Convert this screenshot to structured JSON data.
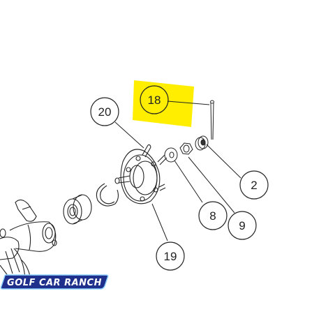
{
  "diagram": {
    "callouts": [
      {
        "id": "18",
        "label": "18",
        "highlighted": true
      },
      {
        "id": "20",
        "label": "20",
        "highlighted": false
      },
      {
        "id": "2",
        "label": "2",
        "highlighted": false
      },
      {
        "id": "8",
        "label": "8",
        "highlighted": false
      },
      {
        "id": "9",
        "label": "9",
        "highlighted": false
      },
      {
        "id": "19",
        "label": "19",
        "highlighted": false
      }
    ],
    "highlight_color": "#FFEE00",
    "line_color": "#222222"
  },
  "watermark": {
    "text": "GOLF CAR RANCH",
    "background_color": "#1f2f8c",
    "text_color": "#ffffff"
  }
}
